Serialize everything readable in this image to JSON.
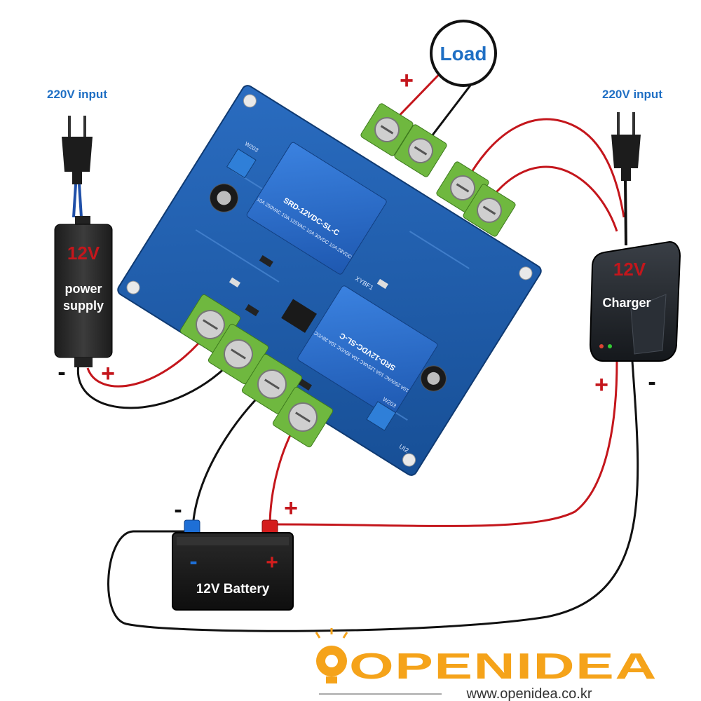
{
  "diagram": {
    "load": {
      "label": "Load"
    },
    "left_input": {
      "label": "220V input"
    },
    "right_input": {
      "label": "220V input"
    },
    "power_supply": {
      "voltage": "12V",
      "line1": "power",
      "line2": "supply",
      "minus": "-",
      "plus": "+"
    },
    "charger": {
      "voltage": "12V",
      "label": "Charger",
      "plus": "+",
      "minus": "-"
    },
    "battery": {
      "label": "12V Battery",
      "minus": "-",
      "plus": "+",
      "term_minus": "-",
      "term_plus": "+"
    },
    "load_plus": "+",
    "relay1": {
      "model": "SRD-12VDC-SL-C",
      "ratings": "10A 250VAC 10A 125VAC 10A 30VDC 10A 28VDC"
    },
    "relay2": {
      "model": "SRD-12VDC-SL-C",
      "ratings": "10A 250VAC 10A 125VAC 10A 30VDC 10A 28VDC"
    },
    "board_marks": {
      "pot1": "W203",
      "pot2": "W203",
      "ic": "UI2",
      "code": "XYBF1"
    }
  },
  "brand": {
    "logo_text": "OPENIDEA",
    "url": "www.openidea.co.kr"
  },
  "colors": {
    "wire_red": "#c4161c",
    "wire_black": "#111111",
    "board": "#1e5ea8",
    "terminal": "#6fb83f",
    "relay": "#2d6fd0",
    "label_blue": "#1f6fc4",
    "logo": "#f5a31a"
  }
}
